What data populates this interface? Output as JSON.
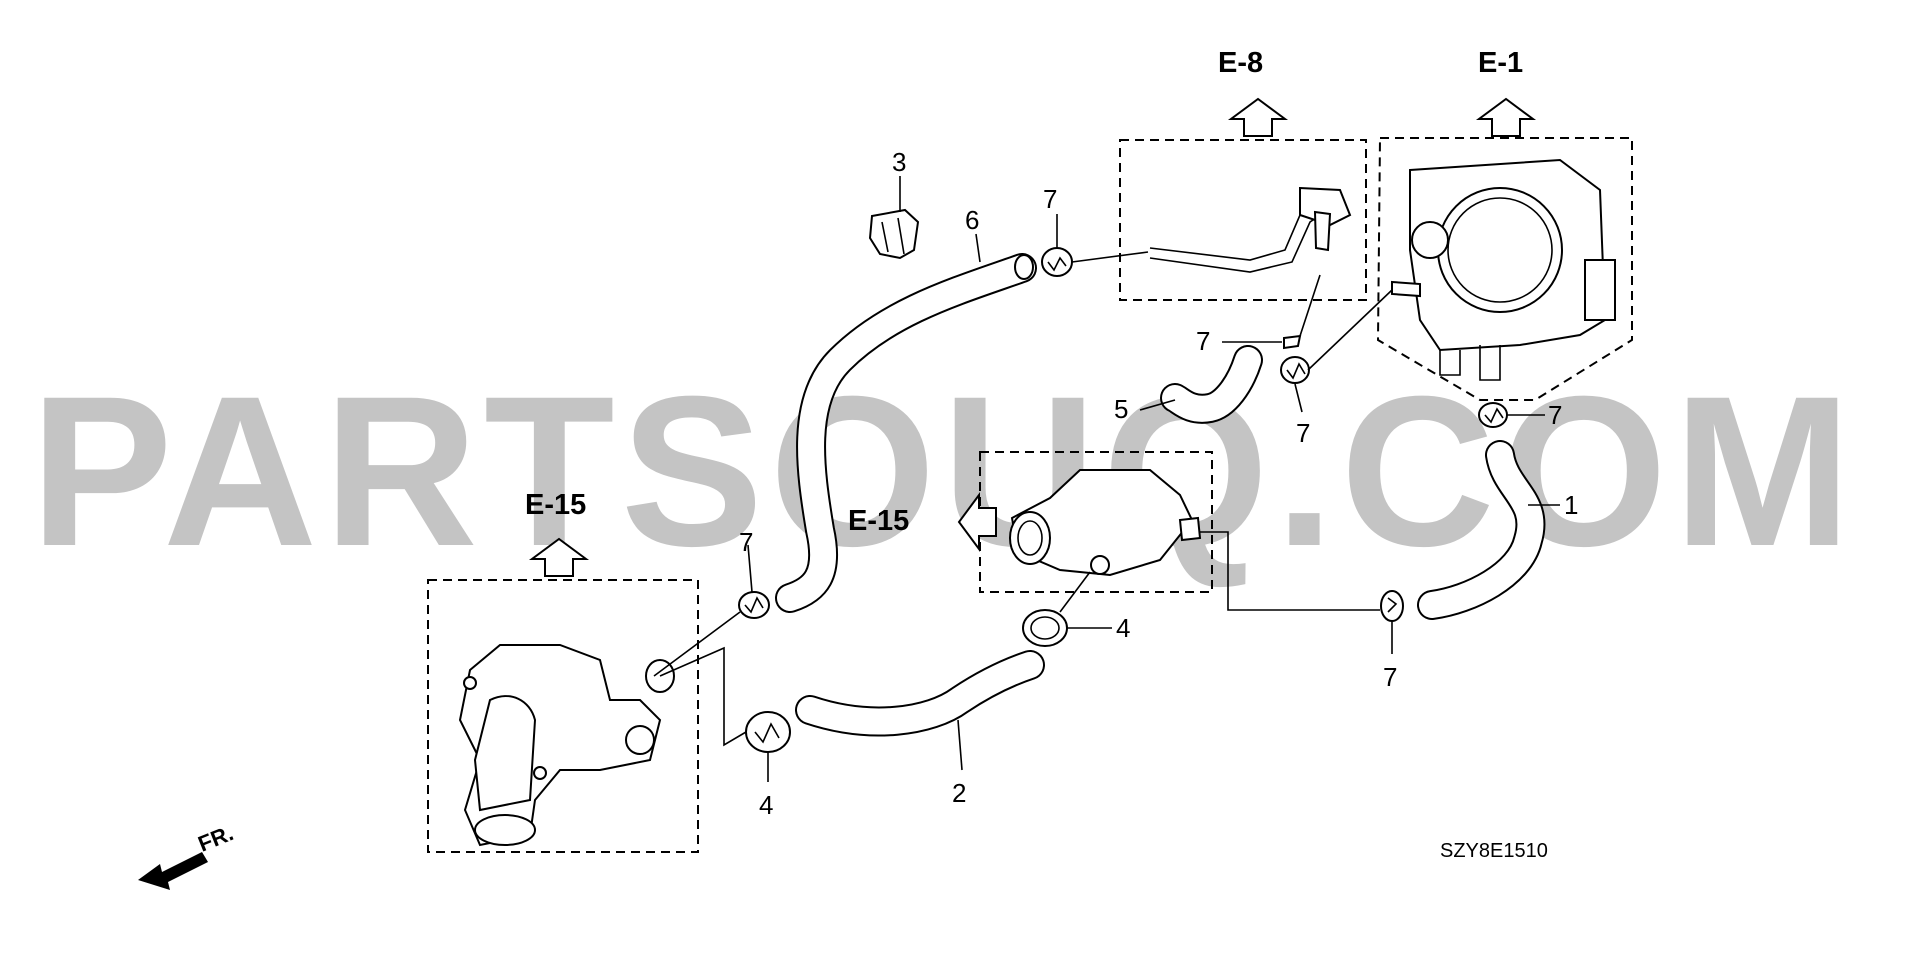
{
  "watermark": "PARTSOUQ.COM",
  "diagram_code": "SZY8E1510",
  "front_marker": "FR.",
  "references": {
    "e8": "E-8",
    "e1": "E-1",
    "e15_left": "E-15",
    "e15_center": "E-15"
  },
  "callouts": {
    "c1": "1",
    "c2": "2",
    "c3": "3",
    "c4_left": "4",
    "c4_center": "4",
    "c5": "5",
    "c6": "6",
    "c7_top": "7",
    "c7_bracket": "7",
    "c7_mid": "7",
    "c7_right": "7",
    "c7_bottom": "7",
    "c7_left": "7"
  }
}
